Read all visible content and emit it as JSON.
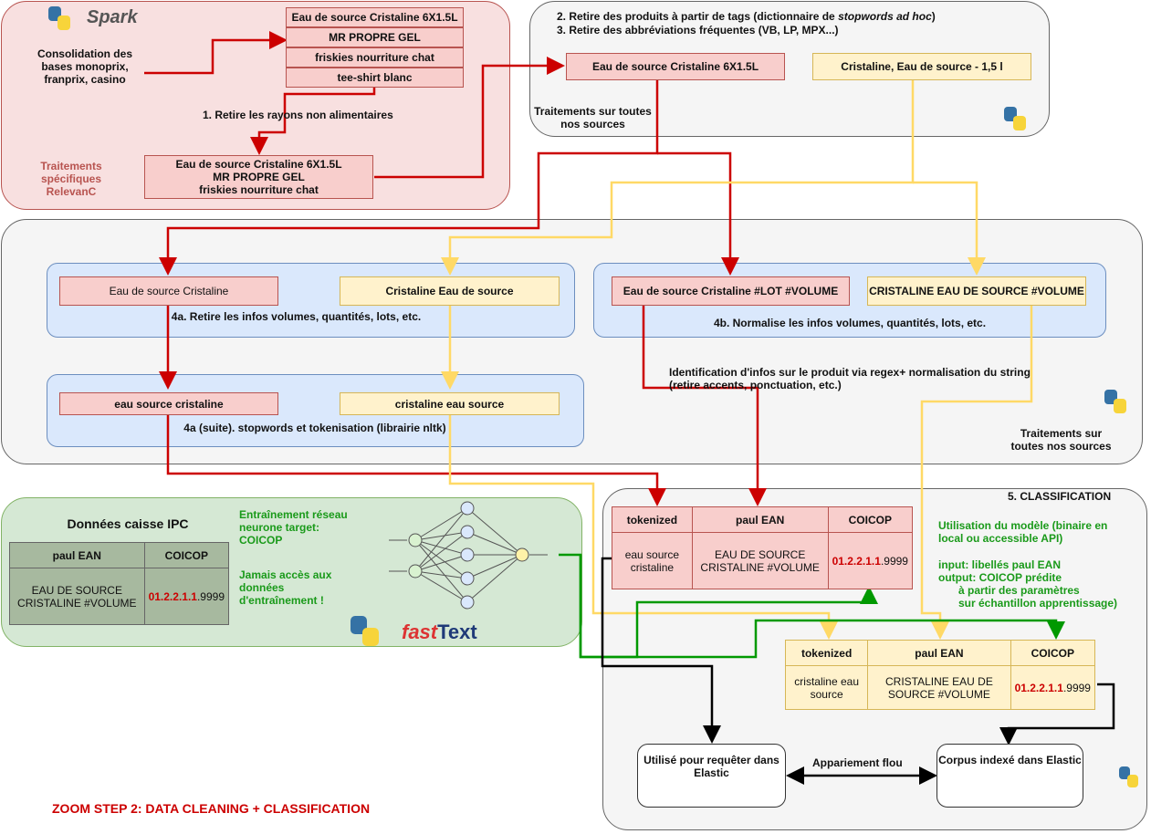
{
  "spark_logo": "Spark",
  "consolidation": "Consolidation des bases monoprix, franprix, casino",
  "raw_products": [
    "Eau de source Cristaline 6X1.5L",
    "MR PROPRE GEL",
    "friskies nourriture chat",
    "tee-shirt blanc"
  ],
  "step1": "1. Retire les rayons non alimentaires",
  "filtered_products": [
    "Eau de source Cristaline 6X1.5L",
    "MR PROPRE GEL",
    "friskies nourriture chat"
  ],
  "specific_label": "Traitements spécifiques RelevanC",
  "step2": "2. Retire des produits à partir de tags (dictionnaire de ",
  "step2_italic": "stopwords ad hoc",
  "step2_end": ")",
  "step3": "3. Retire des abbréviations fréquentes (VB, LP, MPX...)",
  "top_red_item": "Eau de source Cristaline 6X1.5L",
  "top_yellow_item": "Cristaline, Eau de source - 1,5 l",
  "all_sources_1": "Traitements sur toutes nos sources",
  "p4a_red": "Eau de source Cristaline",
  "p4a_yellow": "Cristaline Eau de source",
  "p4a_caption": "4a. Retire les infos volumes, quantités, lots, etc.",
  "p4b_red": "Eau de source Cristaline  #LOT #VOLUME",
  "p4b_yellow": "CRISTALINE EAU DE SOURCE #VOLUME",
  "p4b_caption": "4b. Normalise les infos volumes, quantités, lots, etc.",
  "regex_note": "Identification d'infos sur le produit via regex+ normalisation du string (retire accents, ponctuation, etc.)",
  "p4a2_red": "eau source cristaline",
  "p4a2_yellow": "cristaline eau source",
  "p4a2_caption": "4a (suite). stopwords et tokenisation (librairie nltk)",
  "all_sources_2": "Traitements sur toutes nos sources",
  "ipc_title": "Données caisse IPC",
  "ipc_table": {
    "headers": [
      "paul EAN",
      "COICOP"
    ],
    "row": [
      "EAU DE SOURCE CRISTALINE #VOLUME",
      "01.2.2.1.1",
      ".9999"
    ]
  },
  "training_text": "Entraînement réseau neurone target: COICOP",
  "no_access_text": "Jamais accès aux données d'entraînement !",
  "fasttext_a": "fast",
  "fasttext_b": "Text",
  "classification_title": "5. CLASSIFICATION",
  "model_usage": "Utilisation du modèle (binaire en local ou accessible API)",
  "model_io": [
    "input: libellés paul EAN",
    "output: COICOP prédite",
    "à partir des paramètres",
    "sur échantillon apprentissage)"
  ],
  "table_red": {
    "headers": [
      "tokenized",
      "paul EAN",
      "COICOP"
    ],
    "row": [
      "eau source cristaline",
      "EAU DE SOURCE CRISTALINE #VOLUME",
      "01.2.2.1.1",
      ".9999"
    ]
  },
  "table_yellow": {
    "headers": [
      "tokenized",
      "paul EAN",
      "COICOP"
    ],
    "row": [
      "cristaline eau source",
      "CRISTALINE EAU DE SOURCE #VOLUME",
      "01.2.2.1.1",
      ".9999"
    ]
  },
  "query_box": "Utilisé pour requêter dans Elastic",
  "fuzzy": "Appariement flou",
  "corpus_box": "Corpus indexé dans Elastic",
  "zoom_title": "ZOOM STEP 2: DATA CLEANING  + CLASSIFICATION",
  "colors": {
    "red_flow": "#cc0000",
    "yellow_flow": "#ffd966",
    "green_flow": "#009900",
    "black_flow": "#000000"
  }
}
